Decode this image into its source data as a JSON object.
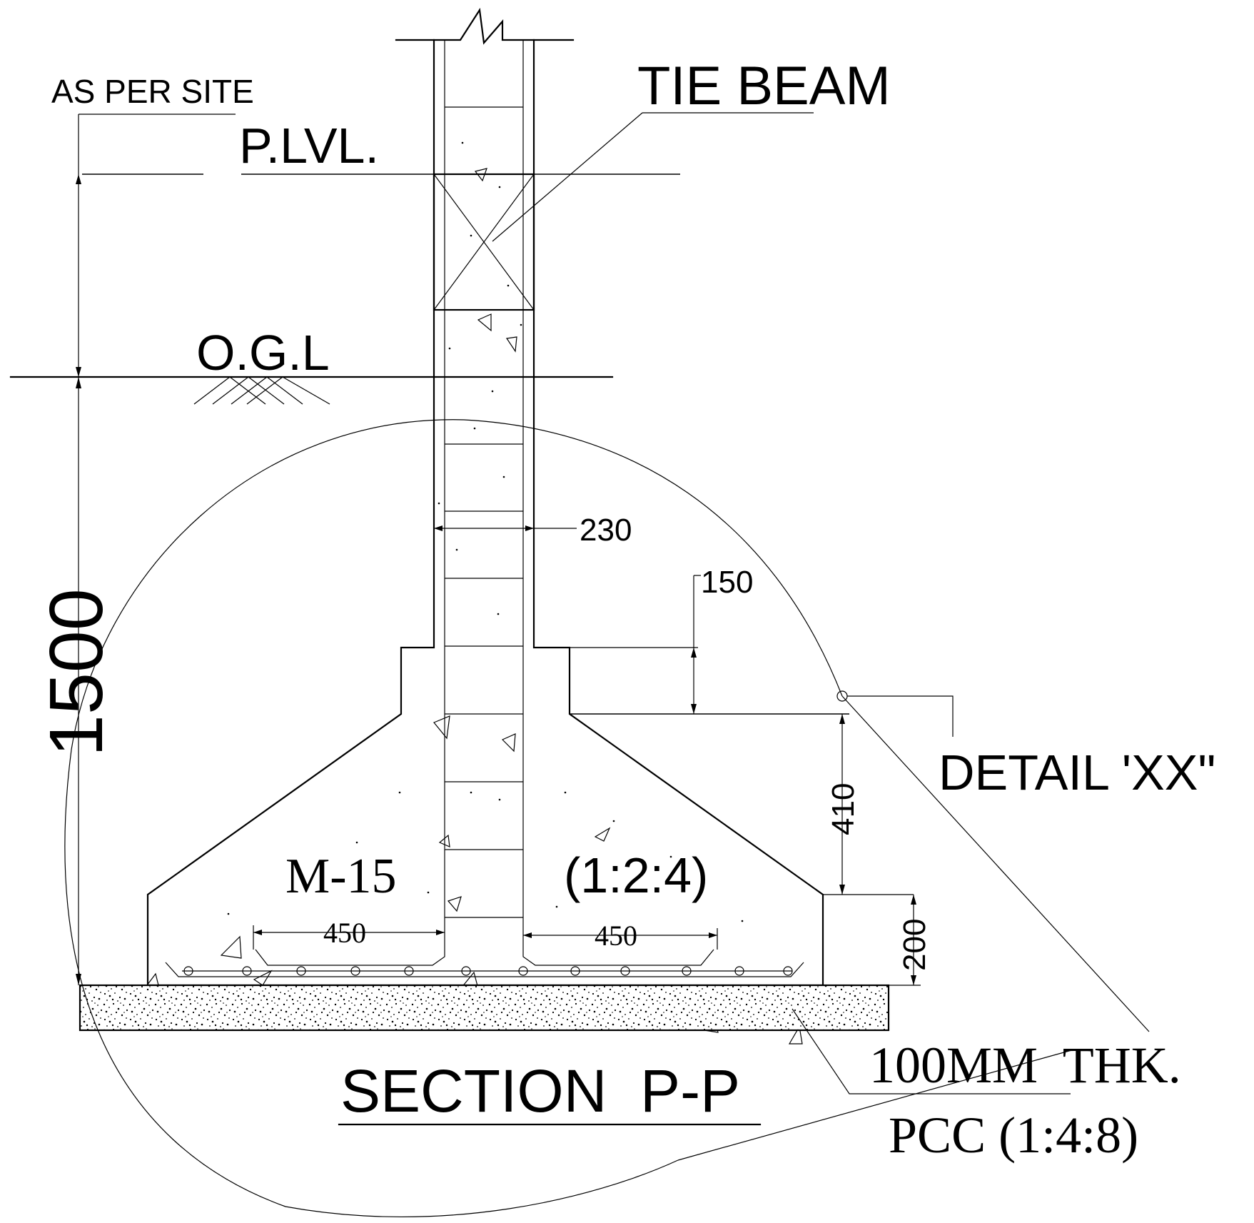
{
  "labels": {
    "as_per_site": "AS PER SITE",
    "plinth_level": "P.LVL.",
    "tie_beam": "TIE BEAM",
    "ogl": "O.G.L",
    "depth": "1500",
    "column_width": "230",
    "step_height": "150",
    "slope_height": "410",
    "edge_height": "200",
    "left_projection": "450",
    "right_projection": "450",
    "concrete_grade": "M-15",
    "concrete_mix": "(1:2:4)",
    "detail_callout": "DETAIL 'XX\"",
    "pcc_thickness": "100MM  THK.",
    "pcc_mix": "PCC (1:4:8)",
    "section_title": "SECTION  P-P"
  },
  "colors": {
    "line": "#000000",
    "background": "#ffffff"
  }
}
